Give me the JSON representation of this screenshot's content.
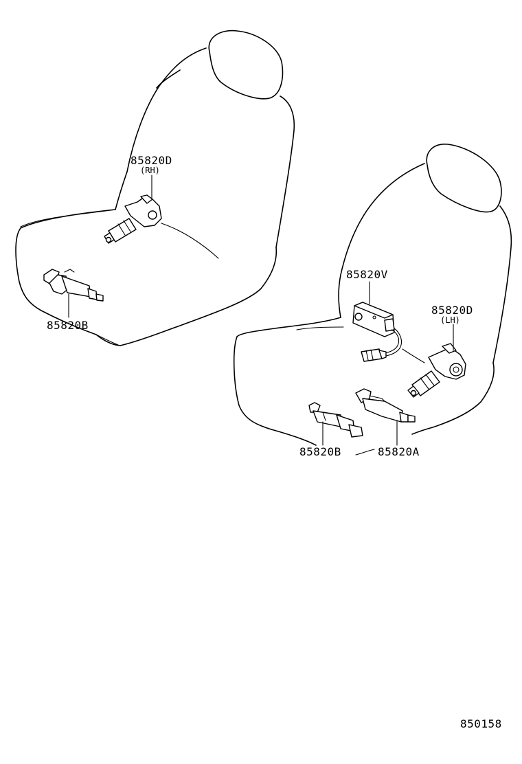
{
  "diagram": {
    "callouts": {
      "rh_motor": {
        "part_no": "85820D",
        "side": "(RH)"
      },
      "rh_switch": {
        "part_no": "85820B"
      },
      "lh_module": {
        "part_no": "85820V"
      },
      "lh_motor": {
        "part_no": "85820D",
        "side": "(LH)"
      },
      "lh_switch_b": {
        "part_no": "85820B"
      },
      "lh_switch_a": {
        "part_no": "85820A"
      }
    },
    "illustration_number": "850158"
  }
}
